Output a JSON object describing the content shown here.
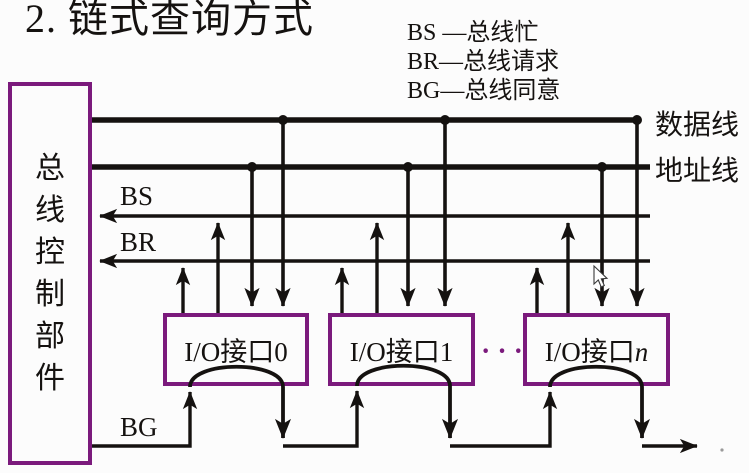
{
  "title": "2. 链式查询方式",
  "legend": {
    "items": [
      "BS —总线忙",
      "BR—总线请求",
      "BG—总线同意"
    ]
  },
  "controller": {
    "label": "总线控制部件"
  },
  "bus_lines": {
    "data_label": "数据线",
    "address_label": "地址线"
  },
  "signals": {
    "bs": "BS",
    "br": "BR",
    "bg": "BG"
  },
  "io_boxes": [
    {
      "prefix": "I/O接口",
      "suffix": "0"
    },
    {
      "prefix": "I/O接口",
      "suffix": "1"
    },
    {
      "prefix": "I/O接口",
      "suffix": "n"
    }
  ],
  "ellipsis": "···",
  "colors": {
    "box_border_purple": "#7b1a7c",
    "line_black": "#151210",
    "background": "#fcfcfc"
  }
}
